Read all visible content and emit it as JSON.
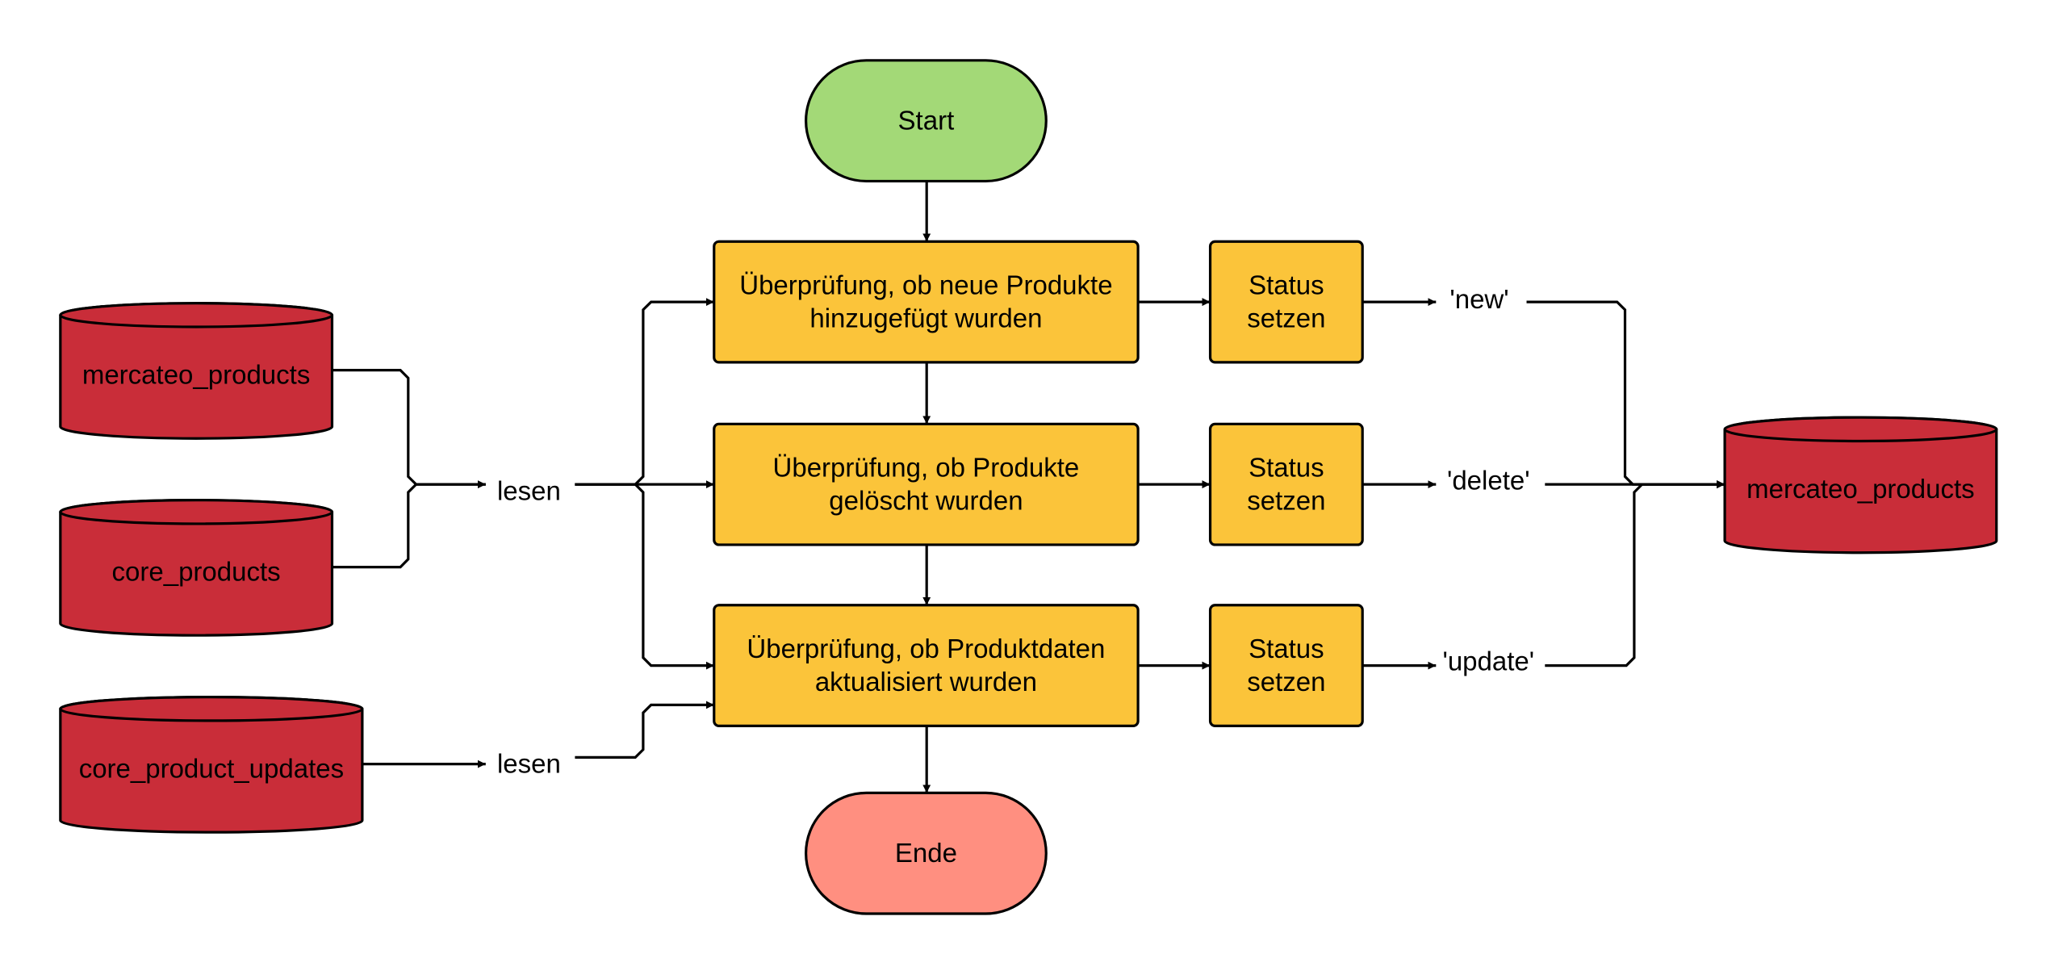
{
  "colors": {
    "start": "#a3d977",
    "end": "#ff8f80",
    "process": "#fbc43a",
    "database": "#c92d39",
    "stroke": "#000000"
  },
  "nodes": {
    "start": {
      "label": [
        "Start"
      ],
      "shape": "terminator"
    },
    "end": {
      "label": [
        "Ende"
      ],
      "shape": "terminator"
    },
    "check_new": {
      "label": [
        "Überprüfung, ob neue Produkte",
        "hinzugefügt wurden"
      ],
      "shape": "process"
    },
    "check_deleted": {
      "label": [
        "Überprüfung, ob Produkte",
        "gelöscht wurden"
      ],
      "shape": "process"
    },
    "check_updated": {
      "label": [
        "Überprüfung, ob Produktdaten",
        "aktualisiert wurden"
      ],
      "shape": "process"
    },
    "status_new": {
      "label": [
        "Status",
        "setzen"
      ],
      "shape": "process"
    },
    "status_deleted": {
      "label": [
        "Status",
        "setzen"
      ],
      "shape": "process"
    },
    "status_updated": {
      "label": [
        "Status",
        "setzen"
      ],
      "shape": "process"
    },
    "db_mercateo_in": {
      "label": [
        "mercateo_products"
      ],
      "shape": "database"
    },
    "db_core_products": {
      "label": [
        "core_products"
      ],
      "shape": "database"
    },
    "db_core_product_updates": {
      "label": [
        "core_product_updates"
      ],
      "shape": "database"
    },
    "db_mercateo_out": {
      "label": [
        "mercateo_products"
      ],
      "shape": "database"
    }
  },
  "labels": {
    "read_top": "lesen",
    "read_bottom": "lesen",
    "status_new_value": "'new'",
    "status_deleted_value": "'delete'",
    "status_updated_value": "'update'"
  },
  "edges": [
    {
      "from": "start",
      "to": "check_new"
    },
    {
      "from": "check_new",
      "to": "check_deleted"
    },
    {
      "from": "check_deleted",
      "to": "check_updated"
    },
    {
      "from": "check_updated",
      "to": "end"
    },
    {
      "from": "check_new",
      "to": "status_new"
    },
    {
      "from": "check_deleted",
      "to": "status_deleted"
    },
    {
      "from": "check_updated",
      "to": "status_updated"
    },
    {
      "from": "status_new",
      "to": "status_new_value"
    },
    {
      "from": "status_deleted",
      "to": "status_deleted_value"
    },
    {
      "from": "status_updated",
      "to": "status_updated_value"
    },
    {
      "from": "status_new_value",
      "to": "db_mercateo_out"
    },
    {
      "from": "status_deleted_value",
      "to": "db_mercateo_out"
    },
    {
      "from": "status_updated_value",
      "to": "db_mercateo_out"
    },
    {
      "from": "db_mercateo_in",
      "to": "read_top"
    },
    {
      "from": "db_core_products",
      "to": "read_top"
    },
    {
      "from": "read_top",
      "to": "check_new"
    },
    {
      "from": "read_top",
      "to": "check_deleted"
    },
    {
      "from": "read_top",
      "to": "check_updated"
    },
    {
      "from": "db_core_product_updates",
      "to": "read_bottom"
    },
    {
      "from": "read_bottom",
      "to": "check_updated"
    }
  ]
}
